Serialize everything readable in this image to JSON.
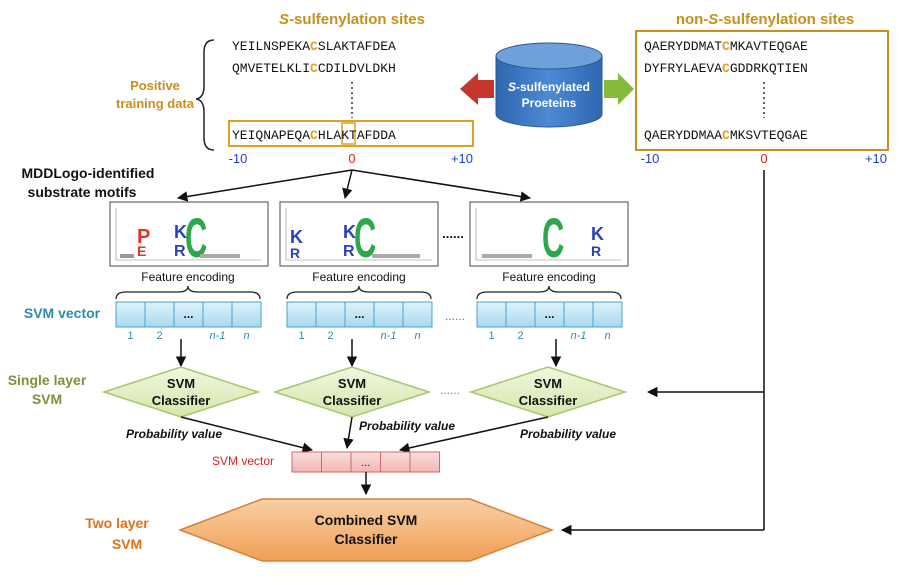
{
  "colors": {
    "gold": "#c8901a",
    "blue": "#1f3fd0",
    "teal_text": "#2e8bb0",
    "olive_text": "#7f8f3a",
    "orange_text": "#e0701a",
    "red_text": "#e01e1e",
    "cell_blue": "#bfe3f3",
    "cell_red": "#f7c9c9",
    "diamond_green": "#e3efc8",
    "diamond_orange": "#f4b277",
    "cylinder": "#3e79c2",
    "arrow_red": "#c7362d",
    "arrow_green": "#86b93a"
  },
  "positive": {
    "title": "S-sulfenylation sites",
    "title_italic": "S",
    "title_rest": "-sulfenylation sites",
    "label_line1": "Positive",
    "label_line2": "training data",
    "seqs": [
      {
        "pre": "YEILNSPEKA",
        "c": "C",
        "post": "SLAKTAFDEA"
      },
      {
        "pre": "QMVETELKLI",
        "c": "C",
        "post": "CDILDVLDKH"
      }
    ],
    "highlight": {
      "pre": "YEIQNAPEQA",
      "c": "C",
      "post": "HLAKTAFDDA"
    },
    "axis": {
      "left": "-10",
      "center": "0",
      "right": "+10"
    }
  },
  "negative": {
    "title_pre": "non-",
    "title_italic": "S",
    "title_rest": "-sulfenylation sites",
    "seqs": [
      {
        "pre": "QAERYDDMAT",
        "c": "C",
        "post": "MKAVTEQGAE"
      },
      {
        "pre": "DYFRYLAEVA",
        "c": "C",
        "post": "GDDRKQTIEN"
      },
      {
        "pre": "QAERYDDMAA",
        "c": "C",
        "post": "MKSVTEQGAE"
      }
    ],
    "axis": {
      "left": "-10",
      "center": "0",
      "right": "+10"
    }
  },
  "database": {
    "line1_italic": "S",
    "line1_rest": "-sulfenylated",
    "line2": "Proeteins"
  },
  "motifs": {
    "label_line1": "MDDLogo-identified",
    "label_line2": "substrate motifs",
    "dots": "......",
    "logos": [
      {
        "letters": [
          "P",
          "E",
          "K",
          "R",
          "C"
        ]
      },
      {
        "letters": [
          "K",
          "R",
          "K",
          "R",
          "C"
        ]
      },
      {
        "letters": [
          "C",
          "K",
          "R"
        ]
      }
    ]
  },
  "feature_encoding": "Feature encoding",
  "svm_vector": {
    "label": "SVM vector",
    "cells": [
      "",
      "",
      "...",
      "",
      ""
    ],
    "indices": [
      "1",
      "2",
      "n-1",
      "n"
    ],
    "dots": "......"
  },
  "single_layer": {
    "label_line1": "Single layer",
    "label_line2": "SVM",
    "classifier_line1": "SVM",
    "classifier_line2": "Classifier",
    "dots": "......"
  },
  "probability": "Probability value",
  "combined_vector": {
    "label": "SVM vector",
    "cells": [
      "",
      "",
      "...",
      "",
      ""
    ]
  },
  "two_layer": {
    "label_line1": "Two layer",
    "label_line2": "SVM",
    "classifier_line1": "Combined SVM",
    "classifier_line2": "Classifier"
  }
}
